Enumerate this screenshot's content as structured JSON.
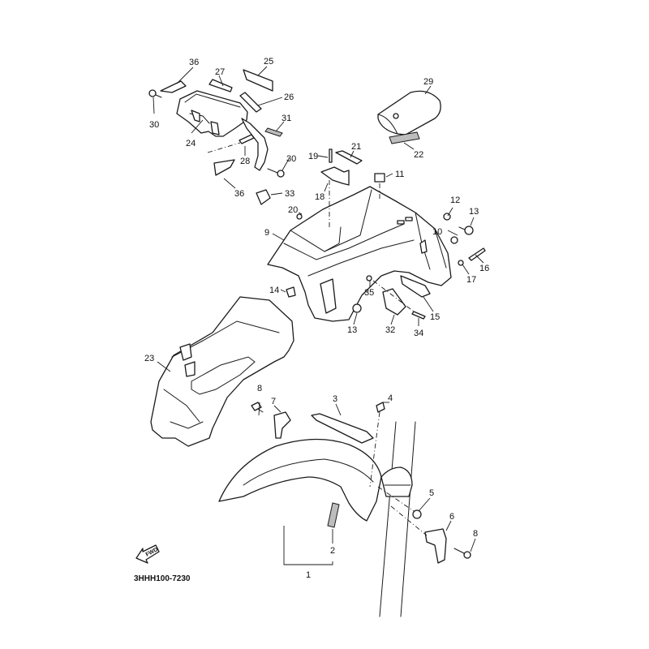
{
  "diagram": {
    "title_code": "3HHH100-7230",
    "direction_indicator": "FWD",
    "callouts": [
      {
        "id": "c36a",
        "label": "36"
      },
      {
        "id": "c27",
        "label": "27"
      },
      {
        "id": "c25",
        "label": "25"
      },
      {
        "id": "c26",
        "label": "26"
      },
      {
        "id": "c30a",
        "label": "30"
      },
      {
        "id": "c24",
        "label": "24"
      },
      {
        "id": "c28",
        "label": "28"
      },
      {
        "id": "c31",
        "label": "31"
      },
      {
        "id": "c30b",
        "label": "30"
      },
      {
        "id": "c36b",
        "label": "36"
      },
      {
        "id": "c33",
        "label": "33"
      },
      {
        "id": "c29",
        "label": "29"
      },
      {
        "id": "c22",
        "label": "22"
      },
      {
        "id": "c19",
        "label": "19"
      },
      {
        "id": "c21",
        "label": "21"
      },
      {
        "id": "c18",
        "label": "18"
      },
      {
        "id": "c11",
        "label": "11"
      },
      {
        "id": "c20",
        "label": "20"
      },
      {
        "id": "c12",
        "label": "12"
      },
      {
        "id": "c13a",
        "label": "13"
      },
      {
        "id": "c10",
        "label": "10"
      },
      {
        "id": "c9",
        "label": "9"
      },
      {
        "id": "c16",
        "label": "16"
      },
      {
        "id": "c17",
        "label": "17"
      },
      {
        "id": "c14",
        "label": "14"
      },
      {
        "id": "c35",
        "label": "35"
      },
      {
        "id": "c15",
        "label": "15"
      },
      {
        "id": "c13b",
        "label": "13"
      },
      {
        "id": "c32",
        "label": "32"
      },
      {
        "id": "c34",
        "label": "34"
      },
      {
        "id": "c23",
        "label": "23"
      },
      {
        "id": "c8a",
        "label": "8"
      },
      {
        "id": "c7",
        "label": "7"
      },
      {
        "id": "c3",
        "label": "3"
      },
      {
        "id": "c4",
        "label": "4"
      },
      {
        "id": "c5",
        "label": "5"
      },
      {
        "id": "c6",
        "label": "6"
      },
      {
        "id": "c8b",
        "label": "8"
      },
      {
        "id": "c2",
        "label": "2"
      },
      {
        "id": "c1",
        "label": "1"
      }
    ]
  }
}
